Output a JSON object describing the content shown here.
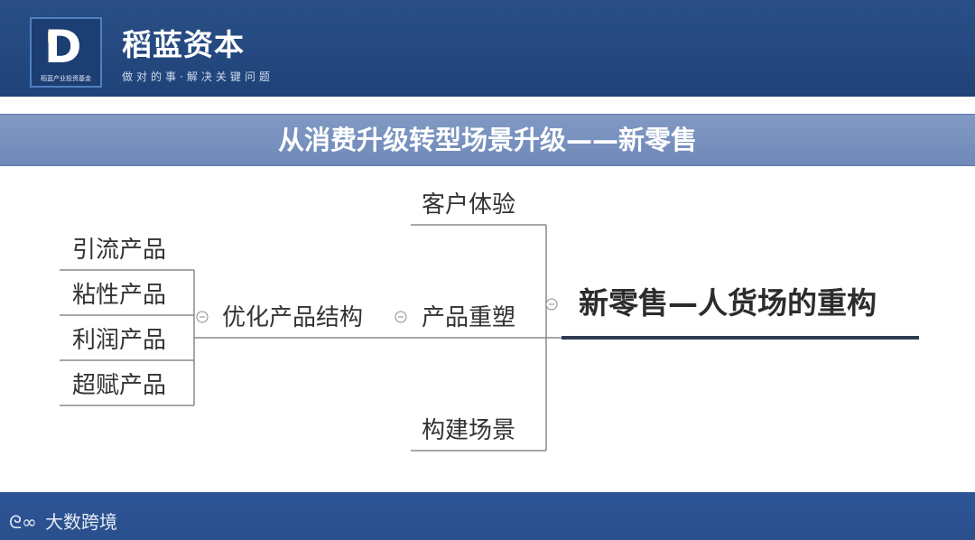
{
  "header": {
    "logo_caption": "稻蓝产业投资基金",
    "brand_name": "稻蓝资本",
    "slogan": "做对的事·解决关键问题",
    "logo_icon": "brand-logo-icon"
  },
  "title": "从消费升级转型场景升级——新零售",
  "mindmap": {
    "root": "新零售—人货场的重构",
    "level1": [
      "客户体验",
      "产品重塑",
      "构建场景"
    ],
    "level2": "优化产品结构",
    "level3": [
      "引流产品",
      "粘性产品",
      "利润产品",
      "超赋产品"
    ],
    "collapse_icon": "minus-circle-icon"
  },
  "footer": {
    "brand": "大数跨境",
    "icon": "brand-mark-icon"
  },
  "colors": {
    "header_bg": "#234880",
    "title_bar_bg": "#7790bf",
    "footer_bg": "#2c5393",
    "root_underline": "#2f3a52",
    "branch_line": "#8a8a8a"
  }
}
